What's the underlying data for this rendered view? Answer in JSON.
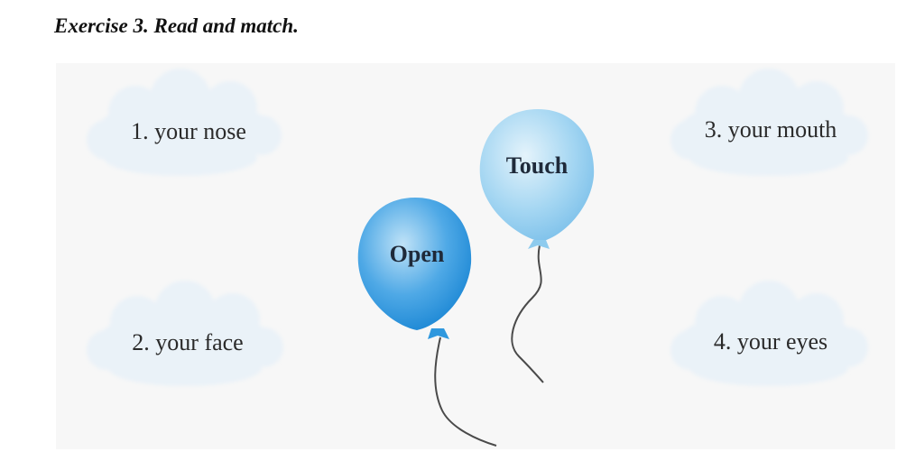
{
  "exercise": {
    "title": "Exercise 3. Read and match."
  },
  "balloons": {
    "open": {
      "label": "Open",
      "color": "#2f98de"
    },
    "touch": {
      "label": "Touch",
      "color": "#8ecbee"
    }
  },
  "clouds": [
    {
      "label": "1. your nose"
    },
    {
      "label": "2. your face"
    },
    {
      "label": "3. your mouth"
    },
    {
      "label": "4. your eyes"
    }
  ],
  "colors": {
    "cloud_fill": "#eaf2f8",
    "background": "#f7f7f7"
  }
}
